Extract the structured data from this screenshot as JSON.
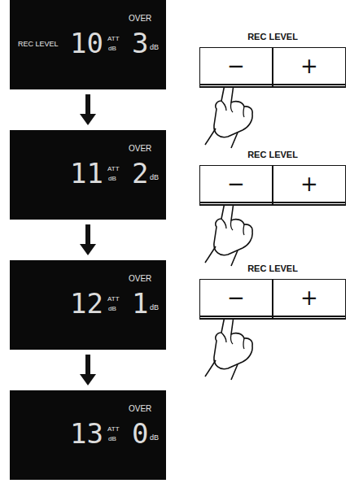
{
  "diagram": {
    "nodes": [
      {
        "text": [
          "REC LEVEL",
          "10",
          "ATT",
          "dB",
          "OVER",
          "3",
          "dB"
        ]
      },
      {
        "text": [
          "−"
        ]
      },
      {
        "text": [
          "+"
        ]
      },
      {
        "text": [
          "11",
          "ATT",
          "dB",
          "OVER",
          "2",
          "dB"
        ]
      },
      {
        "text": [
          "−"
        ]
      },
      {
        "text": [
          "+"
        ]
      },
      {
        "text": [
          "12",
          "ATT",
          "dB",
          "OVER",
          "1",
          "dB"
        ]
      },
      {
        "text": [
          "−"
        ]
      },
      {
        "text": [
          "+"
        ]
      },
      {
        "text": [
          "13",
          "ATT",
          "dB",
          "OVER",
          "0",
          "dB"
        ]
      }
    ],
    "edges": [
      {
        "from": 0,
        "to": 3,
        "arrow": "to"
      },
      {
        "from": 3,
        "to": 6,
        "arrow": "to"
      },
      {
        "from": 6,
        "to": 9,
        "arrow": "to"
      }
    ],
    "labels": [
      "REC LEVEL",
      "REC LEVEL",
      "REC LEVEL"
    ]
  }
}
